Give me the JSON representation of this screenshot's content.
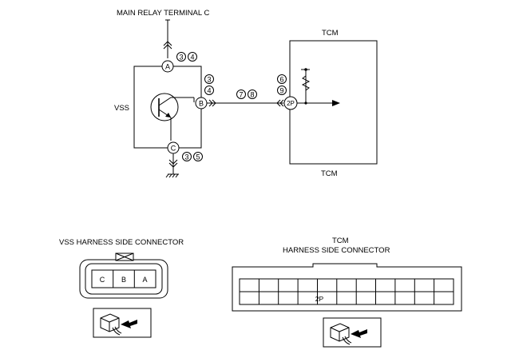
{
  "top_label": "MAIN RELAY TERMINAL C",
  "vss": {
    "label": "VSS",
    "terminals": {
      "a": "A",
      "b": "B",
      "c": "C"
    },
    "circled_a": [
      "3",
      "4"
    ],
    "circled_b": [
      "3",
      "4"
    ],
    "circled_c": [
      "3",
      "5"
    ]
  },
  "wire_circled": [
    "7",
    "8"
  ],
  "tcm": {
    "label": "TCM",
    "terminal": "2P",
    "circled": [
      "6",
      "9"
    ]
  },
  "vss_connector": {
    "title": "VSS HARNESS SIDE CONNECTOR",
    "pins": [
      "C",
      "B",
      "A"
    ]
  },
  "tcm_connector": {
    "title_line1": "TCM",
    "title_line2": "HARNESS SIDE CONNECTOR",
    "pin": "2P"
  }
}
